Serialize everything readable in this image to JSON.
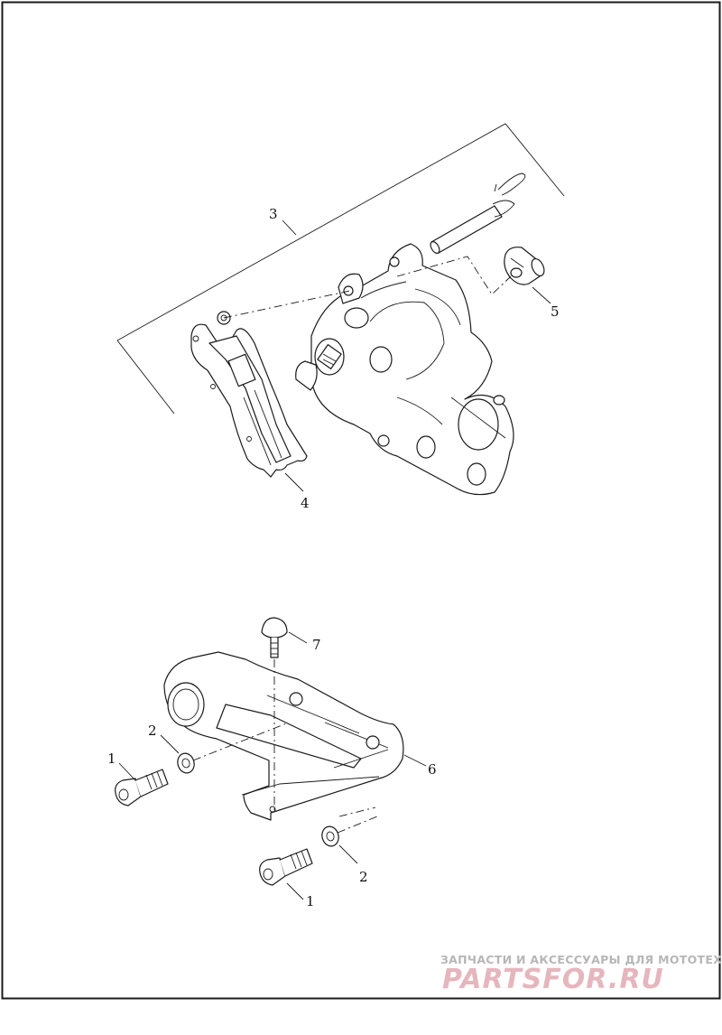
{
  "callouts": {
    "c3": "3",
    "c4": "4",
    "c5": "5",
    "c7": "7",
    "c6": "6",
    "c2a": "2",
    "c1a": "1",
    "c2b": "2",
    "c1b": "1"
  },
  "watermark": {
    "tagline": "ЗАПЧАСТИ И АКСЕССУАРЫ ДЛЯ МОТОТЕХНИКИ",
    "logo": "PARTSFOR.RU"
  }
}
